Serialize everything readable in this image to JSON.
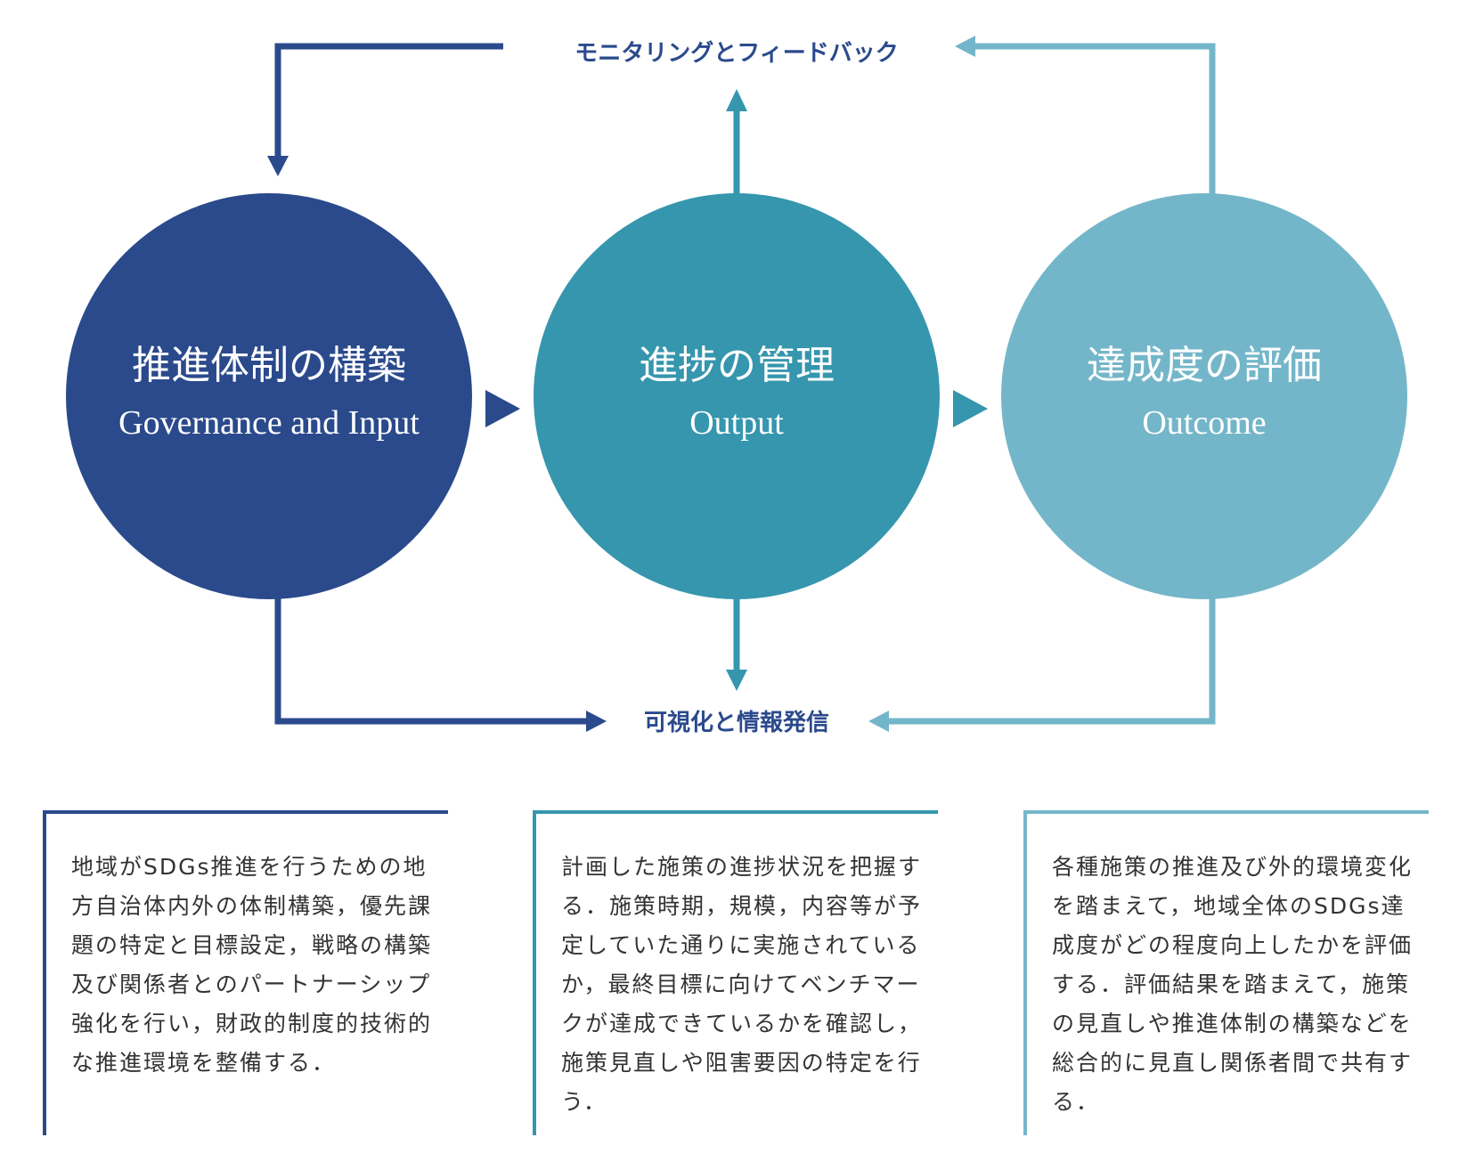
{
  "colors": {
    "dark_blue": "#2b4a8c",
    "teal": "#3596ae",
    "light_teal": "#74b6c9"
  },
  "feedback_label": "モニタリングとフィードバック",
  "disclosure_label": "可視化と情報発信",
  "circles": [
    {
      "title": "推進体制の構築",
      "subtitle": "Governance and Input"
    },
    {
      "title": "進捗の管理",
      "subtitle": "Output"
    },
    {
      "title": "達成度の評価",
      "subtitle": "Outcome"
    }
  ],
  "descriptions": [
    {
      "text": "地域がSDGs推進を行うための地方自治体内外の体制構築，優先課題の特定と目標設定，戦略の構築及び関係者とのパートナーシップ強化を行い，財政的制度的技術的な推進環境を整備する．"
    },
    {
      "text": "計画した施策の進捗状況を把握する．施策時期，規模，内容等が予定していた通りに実施されているか，最終目標に向けてベンチマークが達成できているかを確認し，施策見直しや阻害要因の特定を行う．"
    },
    {
      "text": "各種施策の推進及び外的環境変化を踏まえて，地域全体のSDGs達成度がどの程度向上したかを評価する．評価結果を踏まえて，施策の見直しや推進体制の構築などを総合的に見直し関係者間で共有する．"
    }
  ]
}
